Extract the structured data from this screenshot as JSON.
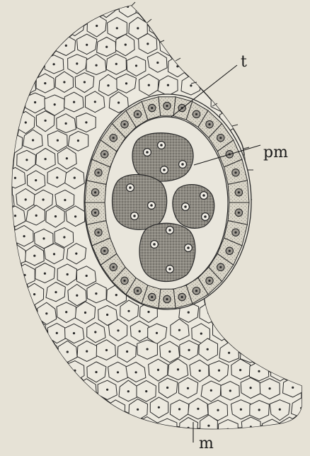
{
  "labels": {
    "tapetum": "t",
    "pollen_mother_cells": "pm",
    "wall_tissue": "m"
  },
  "colors": {
    "paper": "#e6e2d6",
    "cell_fill": "#ece9df",
    "line": "#2a2a2a",
    "tapetum_fill": "#d9d5c8",
    "pmc_fill": "#8d8a82",
    "nucleus_fill": "#f1eee6"
  }
}
